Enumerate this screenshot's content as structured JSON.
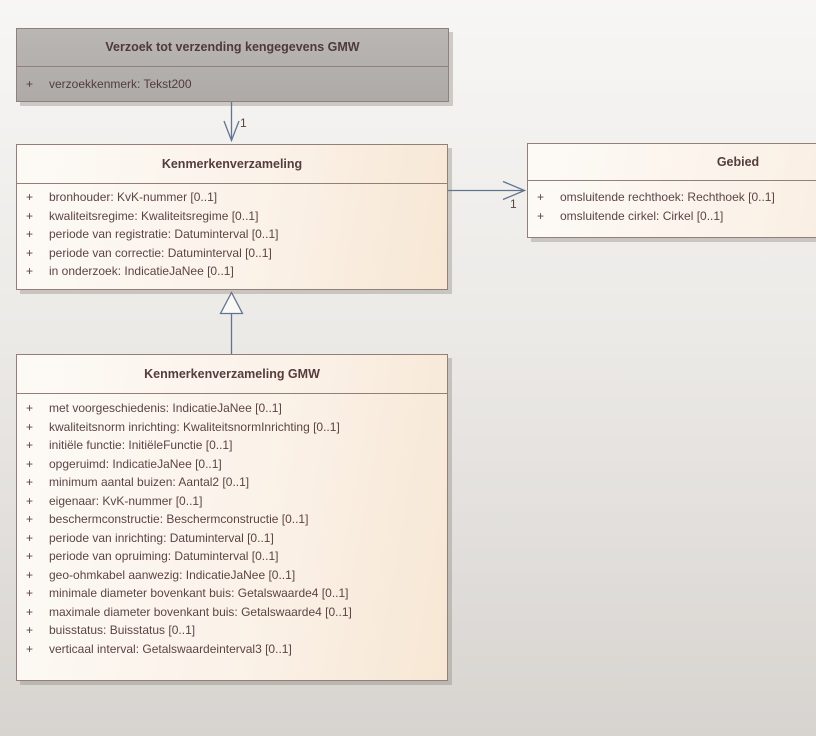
{
  "diagram": {
    "type": "uml-class-diagram",
    "visibility_symbol": "+",
    "classes": [
      {
        "name": "Verzoek tot verzending kengegevens GMW",
        "attributes": [
          "verzoekkenmerk: Tekst200"
        ]
      },
      {
        "name": "Kenmerkenverzameling",
        "attributes": [
          "bronhouder: KvK-nummer [0..1]",
          "kwaliteitsregime: Kwaliteitsregime [0..1]",
          "periode van registratie: Datuminterval [0..1]",
          "periode van correctie: Datuminterval [0..1]",
          "in onderzoek: IndicatieJaNee [0..1]"
        ]
      },
      {
        "name": "Gebied",
        "attributes": [
          "omsluitende rechthoek: Rechthoek [0..1]",
          "omsluitende cirkel: Cirkel [0..1]"
        ]
      },
      {
        "name": "Kenmerkenverzameling GMW",
        "attributes": [
          "met voorgeschiedenis: IndicatieJaNee [0..1]",
          "kwaliteitsnorm inrichting: KwaliteitsnormInrichting [0..1]",
          "initiële functie: InitiëleFunctie [0..1]",
          "opgeruimd: IndicatieJaNee [0..1]",
          "minimum aantal buizen: Aantal2 [0..1]",
          "eigenaar: KvK-nummer [0..1]",
          "beschermconstructie: Beschermconstructie [0..1]",
          "periode van inrichting: Datuminterval [0..1]",
          "periode van opruiming: Datuminterval [0..1]",
          "geo-ohmkabel aanwezig: IndicatieJaNee [0..1]",
          "minimale diameter bovenkant buis: Getalswaarde4 [0..1]",
          "maximale diameter bovenkant buis: Getalswaarde4 [0..1]",
          "buisstatus: Buisstatus [0..1]",
          "verticaal interval: Getalswaardeinterval3 [0..1]"
        ]
      }
    ],
    "relations": [
      {
        "type": "directed association",
        "from": "Verzoek tot verzending kengegevens GMW",
        "to": "Kenmerkenverzameling",
        "target_multiplicity": "1"
      },
      {
        "type": "directed association",
        "from": "Kenmerkenverzameling",
        "to": "Gebied",
        "target_multiplicity": "1"
      },
      {
        "type": "generalization",
        "from": "Kenmerkenverzameling GMW",
        "to": "Kenmerkenverzameling"
      }
    ],
    "colors": {
      "gray_class_fill": "#b5b1af",
      "class_fill_light": "#fdfaf6",
      "class_fill_peach": "#f7e7d4",
      "class_border": "#947f78",
      "text": "#5c4444",
      "connector": "#61748f"
    }
  }
}
